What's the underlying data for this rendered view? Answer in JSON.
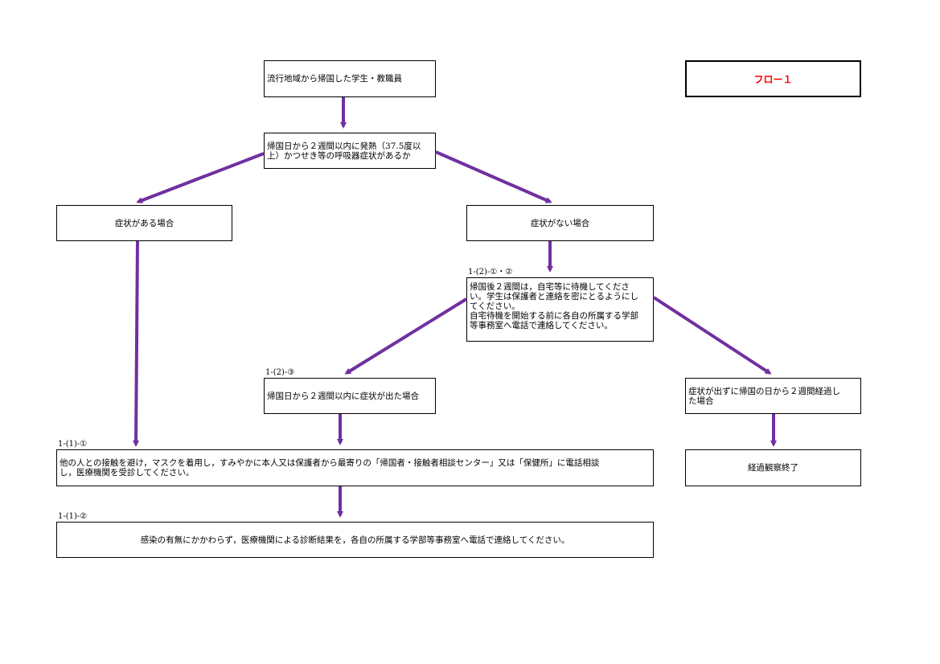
{
  "title": "フロー１",
  "colors": {
    "arrow": "#7030a0",
    "title_text": "#ff0000",
    "border": "#000000"
  },
  "nodes": {
    "start": "流行地域から帰国した学生・教職員",
    "question": "帰国日から２週間以内に発熱（37.5度以\n上）かつせき等の呼吸器症状があるか",
    "has_symptoms": "症状がある場合",
    "no_symptoms": "症状がない場合",
    "wait_home": "帰国後２週間は，自宅等に待機してくださ\nい。学生は保護者と連絡を密にとるようにし\nてください。\n自宅待機を開始する前に各自の所属する学部\n等事務室へ電話で連絡してください。",
    "symptoms_within": "帰国日から２週間以内に症状が出た場合",
    "no_symptoms_after": "症状が出ずに帰国の日から２週間経過し\nた場合",
    "observation_end": "経過観察終了",
    "consult": "他の人との接触を避け，マスクを着用し，すみやかに本人又は保護者から最寄りの「帰国者・接触者相談センター」又は「保健所」に電話相談\nし，医療機関を受診してください。",
    "report": "感染の有無にかかわらず，医療機関による診断結果を，各自の所属する学部等事務室へ電話で連絡してください。"
  },
  "section_labels": {
    "wait_home": "1-(2)-①・②",
    "symptoms_within": "1-(2)-③",
    "consult": "1-(1)-①",
    "report": "1-(1)-②"
  }
}
